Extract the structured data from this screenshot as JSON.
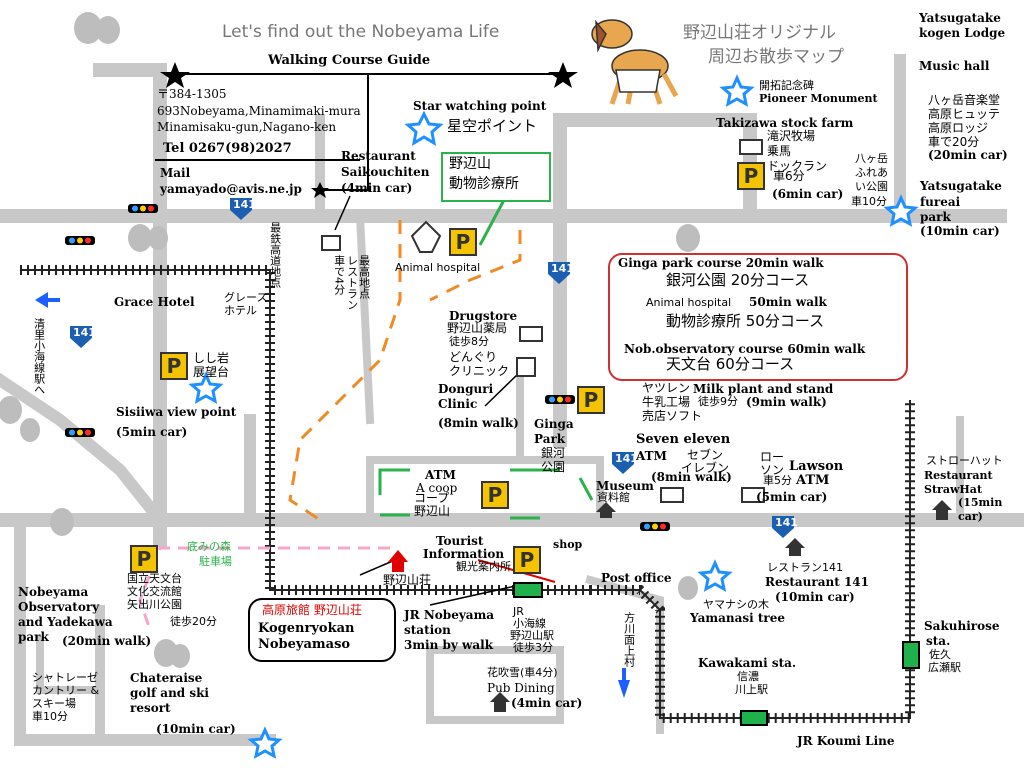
{
  "header": {
    "title_en": "Let's find out the Nobeyama Life",
    "title_jp_line1": "野辺山荘オリジナル",
    "title_jp_line2": "周辺お散歩マップ",
    "course_guide": "Walking Course Guide"
  },
  "contact": {
    "postal": "〒384-1305",
    "address1": "693Nobeyama,Minamimaki-mura",
    "address2": "Minamisaku-gun,Nagano-ken",
    "tel": "Tel 0267(98)2027",
    "mail_label": "Mail",
    "mail": "yamayado@avis.ne.jp"
  },
  "legend": {
    "ginga_en": "Ginga park course  20min  walk",
    "ginga_jp": "銀河公園  20分コース",
    "animal_en": "Animal hospital",
    "animal_time": "50min  walk",
    "animal_jp": "動物診療所  50分コース",
    "obs_en": "Nob.observatory course 60min walk",
    "obs_jp": "天文台  60分コース",
    "colors": {
      "ginga": "#2bb24c",
      "animal": "#f08a24",
      "obs": "#f7a6c8"
    }
  },
  "places": {
    "star_watching_en": "Star watching point",
    "star_watching_jp": "星空ポイント",
    "restaurant_saiko": "Restaurant",
    "restaurant_saiko2": "Saikouchiten",
    "restaurant_saiko_time": "(4min car)",
    "saiko_jp": "最高地点",
    "saiko_jp2": "レストラン",
    "saiko_jp3": "車で4分",
    "saiko_jp4": "最高地点",
    "railway_top_jp": "最鉄高道地点",
    "zoo_jp1": "野辺山",
    "zoo_jp2": "動物診療所",
    "animal_hospital": "Animal hospital",
    "pioneer_jp": "開拓記念碑",
    "pioneer_en": "Pioneer Monument",
    "takizawa_en": "Takizawa stock farm",
    "takizawa_jp1": "滝沢牧場",
    "takizawa_jp2": "乗馬",
    "takizawa_jp3": "ドックラン",
    "takizawa_car_jp": "車6分",
    "takizawa_car": "(6min car)",
    "yatsu_fureai_jp1": "八ヶ岳",
    "yatsu_fureai_jp2": "ふれあ",
    "yatsu_fureai_jp3": "い公園",
    "yatsu_fureai_jp4": "車10分",
    "yatsu_fureai_en1": "Yatsugatake",
    "yatsu_fureai_en2": "fureai",
    "yatsu_fureai_en3": "park",
    "yatsu_fureai_time": "(10min car)",
    "yatsu_lodge_en1": "Yatsugatake",
    "yatsu_lodge_en2": "kogen Lodge",
    "music_hall": "Music hall",
    "music_jp1": "八ヶ岳音楽堂",
    "music_jp2": "高原ヒュッテ",
    "music_jp3": "高原ロッジ",
    "music_jp4": "車で20分",
    "music_time": "(20min car)",
    "grace_hotel": "Grace Hotel",
    "grace_jp": "グレースホテル",
    "kiyosato_jp": "清里小海線駅へ",
    "shishi_jp1": "しし岩",
    "shishi_jp2": "展望台",
    "shishi_en": "Sisiiwa view point",
    "shishi_time": "(5min car)",
    "drugstore_en": "Drugstore",
    "drugstore_jp": "野辺山薬局",
    "drugstore_walk": "徒歩8分",
    "donguri_jp1": "どんぐり",
    "donguri_jp2": "クリニック",
    "donguri_en1": "Donguri",
    "donguri_en2": "Clinic",
    "donguri_time": "(8min walk)",
    "milk_jp1": "ヤツレン",
    "milk_jp2": "牛乳工場",
    "milk_jp3": "売店ソフト",
    "milk_en": "Milk plant and stand",
    "milk_walk_jp": "徒歩9分",
    "milk_time": "(9min walk)",
    "ginga_en1": "Ginga",
    "ginga_en2": "Park",
    "ginga_jp1": "銀河",
    "ginga_jp2": "公園",
    "seven_en": "Seven eleven",
    "seven_atm": "ATM",
    "seven_jp1": "セブン",
    "seven_jp2": "イレブン",
    "seven_time": "(8min walk)",
    "lawson_jp1": "ロー",
    "lawson_jp2": "ソン",
    "lawson_en": "Lawson",
    "lawson_car_jp": "車5分",
    "lawson_atm": "ATM",
    "lawson_time": "(5min car)",
    "strawhat_jp": "ストローハット",
    "strawhat_en1": "Restaurant",
    "strawhat_en2": "StrawHat",
    "strawhat_time": "(15min",
    "strawhat_time2": "car)",
    "atm_coop1": "ATM",
    "atm_coop2": "A coop",
    "atm_coop3": "コープ",
    "atm_coop4": "野辺山",
    "museum_en": "Museum",
    "museum_jp": "資料館",
    "forest_jp1": "底みの森",
    "forest_jp2": "駐車場",
    "tourist_en1": "Tourist",
    "tourist_en2": "Information",
    "tourist_jp": "観光案内所",
    "shop": "shop",
    "post_office": "Post office",
    "nobeyamaso_jp": "野辺山荘",
    "ryokan_jp": "高原旅館   野辺山荘",
    "ryokan_en1": "Kogenryokan",
    "ryokan_en2": "Nobeyamaso",
    "obs_jp1": "国立天文台",
    "obs_jp2": "文化交流館",
    "obs_jp3": "矢出川公園",
    "obs_walk_jp": "徒歩20分",
    "obs_en1": "Nobeyama",
    "obs_en2": "Observatory",
    "obs_en3": "and Yadekawa",
    "obs_en4": "park",
    "obs_time": "(20min walk)",
    "jr_nob_en1": "JR Nobeyama",
    "jr_nob_en2": "station",
    "jr_nob_en3": "3min by walk",
    "jr_nob_jp1": "JR",
    "jr_nob_jp2": "小海線",
    "jr_nob_jp3": "野辺山駅",
    "jr_nob_jp4": "徒歩3分",
    "restaurant141_jp": "レストラン141",
    "restaurant141_en": "Restaurant 141",
    "restaurant141_time": "(10min car)",
    "yamanasi_jp": "ヤマナシの木",
    "yamanasi_en": "Yamanasi tree",
    "kawakami_jp": "方川面上村",
    "kawakami_en": "Kawakami sta.",
    "kawakami_jp1": "信濃",
    "kawakami_jp2": "川上駅",
    "sakuhirose_en1": "Sakuhirose",
    "sakuhirose_en2": "sta.",
    "sakuhirose_jp1": "佐久",
    "sakuhirose_jp2": "広瀬駅",
    "koumi_line": "JR Koumi Line",
    "pub_jp": "花吹雪(車4分)",
    "pub_en": "Pub Dining",
    "pub_time": "(4min car)",
    "chateraise_jp1": "シャトレーゼ",
    "chateraise_jp2": "カントリー &",
    "chateraise_jp3": "スキー場",
    "chateraise_jp4": "車10分",
    "chateraise_en1": "Chateraise",
    "chateraise_en2": "golf and ski",
    "chateraise_en3": "resort",
    "chateraise_time": "(10min car)",
    "route141": "141",
    "parking": "P"
  }
}
